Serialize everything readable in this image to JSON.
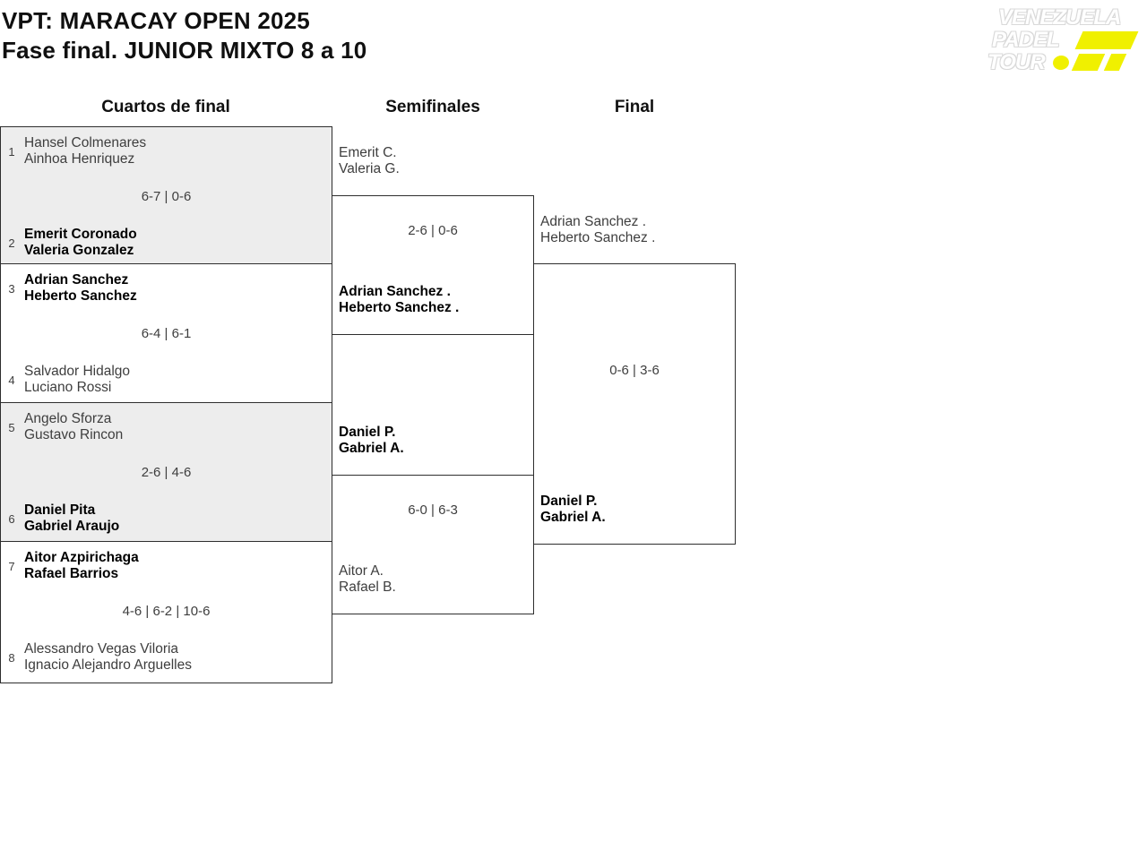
{
  "header": {
    "title": "VPT: MARACAY OPEN 2025",
    "subtitle": "Fase final. JUNIOR MIXTO 8 a 10"
  },
  "logo": {
    "line1": "VENEZUELA",
    "line2": "PADEL",
    "line3": "TOUR"
  },
  "columns": {
    "quarterfinals": "Cuartos de final",
    "semifinals": "Semifinales",
    "final": "Final"
  },
  "bracket": {
    "quarterfinals": [
      {
        "top": {
          "seed": "1",
          "names": [
            "Hansel Colmenares",
            "Ainhoa Henriquez"
          ],
          "winner": false
        },
        "score": "6-7 | 0-6",
        "bottom": {
          "seed": "2",
          "names": [
            "Emerit Coronado",
            "Valeria Gonzalez"
          ],
          "winner": true
        }
      },
      {
        "top": {
          "seed": "3",
          "names": [
            "Adrian Sanchez",
            "Heberto Sanchez"
          ],
          "winner": true
        },
        "score": "6-4 | 6-1",
        "bottom": {
          "seed": "4",
          "names": [
            "Salvador Hidalgo",
            "Luciano Rossi"
          ],
          "winner": false
        }
      },
      {
        "top": {
          "seed": "5",
          "names": [
            "Angelo Sforza",
            "Gustavo Rincon"
          ],
          "winner": false
        },
        "score": "2-6 | 4-6",
        "bottom": {
          "seed": "6",
          "names": [
            "Daniel Pita",
            "Gabriel Araujo"
          ],
          "winner": true
        }
      },
      {
        "top": {
          "seed": "7",
          "names": [
            "Aitor Azpirichaga",
            "Rafael Barrios"
          ],
          "winner": true
        },
        "score": "4-6 | 6-2 | 10-6",
        "bottom": {
          "seed": "8",
          "names": [
            "Alessandro Vegas Viloria",
            "Ignacio Alejandro Arguelles"
          ],
          "winner": false
        }
      }
    ],
    "semifinals": [
      {
        "top": {
          "names": [
            "Emerit C.",
            "Valeria G."
          ],
          "winner": false
        },
        "score": "2-6 | 0-6",
        "bottom": {
          "names": [
            "Adrian Sanchez .",
            "Heberto Sanchez ."
          ],
          "winner": true
        }
      },
      {
        "top": {
          "names": [
            "Daniel P.",
            "Gabriel A."
          ],
          "winner": true
        },
        "score": "6-0 | 6-3",
        "bottom": {
          "names": [
            "Aitor A.",
            "Rafael B."
          ],
          "winner": false
        }
      }
    ],
    "final": {
      "top": {
        "names": [
          "Adrian Sanchez .",
          "Heberto Sanchez ."
        ],
        "winner": false
      },
      "score": "0-6 | 3-6",
      "bottom": {
        "names": [
          "Daniel P.",
          "Gabriel A."
        ],
        "winner": true
      }
    }
  },
  "colors": {
    "brand_yellow": "#f0f000",
    "shaded_match_bg": "#ededed",
    "box_border": "#2e2e2e",
    "winner_text": "#000000",
    "regular_text": "#3e3e3e"
  }
}
